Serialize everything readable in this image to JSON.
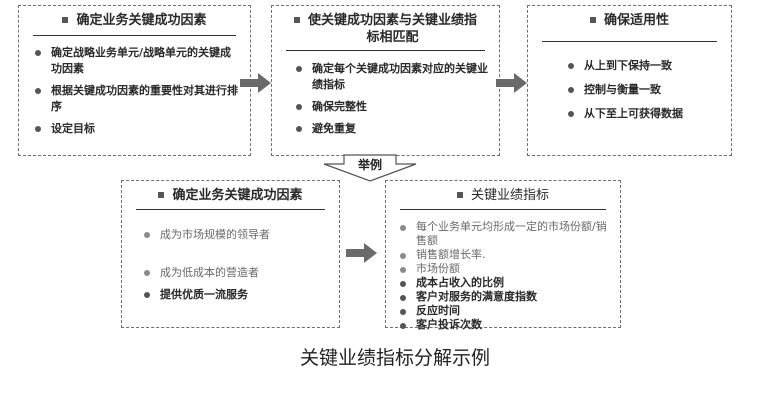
{
  "box1": {
    "title": "确定业务关键成功因素",
    "items": [
      "确定战略业务单元/战略单元的关键成功因素",
      "根据关键成功因素的重要性对其进行排序",
      "设定目标"
    ]
  },
  "box2": {
    "title": "使关键成功因素与关键业绩指标相匹配",
    "items": [
      "确定每个关键成功因素对应的关键业绩指标",
      "确保完整性",
      "避免重复"
    ]
  },
  "box3": {
    "title": "确保适用性",
    "items": [
      "从上到下保持一致",
      "控制与衡量一致",
      "从下至上可获得数据"
    ]
  },
  "example_label": "举例",
  "box4": {
    "title": "确定业务关键成功因素",
    "items": [
      "成为市场规模的领导者",
      "成为低成本的营造者",
      "提供优质一流服务"
    ]
  },
  "box5": {
    "title": "关键业绩指标",
    "items": [
      "每个业务单元均形成一定的市场份额/销售额",
      "销售额增长率.",
      "市场份额",
      "成本占收入的比例",
      "客户对服务的满意度指数",
      "反应时间",
      "客户投诉次数"
    ]
  },
  "caption": "关键业绩指标分解示例"
}
